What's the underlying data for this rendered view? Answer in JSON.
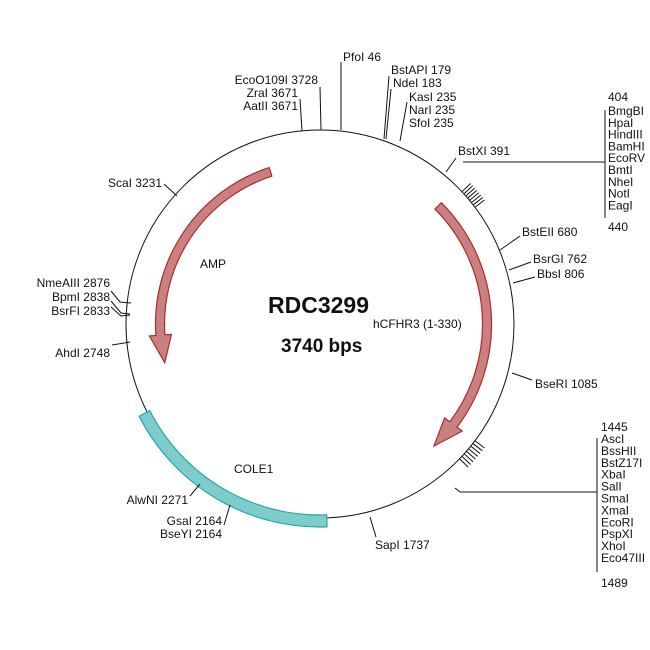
{
  "plasmid": {
    "name": "RDC3299",
    "size": "3740 bps"
  },
  "features": {
    "amp": "AMP",
    "insert": "hCFHR3 (1-330)",
    "ori": "COLE1"
  },
  "sites": {
    "pfoi": "PfoI 46",
    "ecoo109i": "EcoO109I 3728",
    "zrai": "ZraI 3671",
    "aatii": "AatII 3671",
    "bstapi": "BstAPI 179",
    "ndei": "NdeI 183",
    "kasi": "KasI 235",
    "nari": "NarI 235",
    "sfoi": "SfoI 235",
    "bstxi": "BstXI 391",
    "bsteii": "BstEII 680",
    "bsrgi": "BsrGI 762",
    "bbsi": "BbsI 806",
    "bseri": "BseRI 1085",
    "sapi": "SapI 1737",
    "gsai": "GsaI 2164",
    "bseyi": "BseYI 2164",
    "alwni": "AlwNI 2271",
    "ahdi": "AhdI 2748",
    "nmeaiii": "NmeAIII 2876",
    "bpmi": "BpmI 2838",
    "bsrfi": "BsrFI 2833",
    "scai": "ScaI 3231"
  },
  "mcs1": {
    "start": "404",
    "end": "440",
    "enzymes": [
      "BmgBI",
      "HpaI",
      "HindIII",
      "BamHI",
      "EcoRV",
      "BmtI",
      "NheI",
      "NotI",
      "EagI"
    ]
  },
  "mcs2": {
    "start": "1445",
    "end": "1489",
    "enzymes": [
      "AscI",
      "BssHII",
      "BstZ17I",
      "XbaI",
      "SalI",
      "SmaI",
      "XmaI",
      "EcoRI",
      "PspXI",
      "XhoI",
      "Eco47III"
    ]
  },
  "colors": {
    "arrow_fill": "#c98080",
    "arrow_stroke": "#b02a2a",
    "ori_fill": "#7fcccc",
    "ori_stroke": "#2aa8a8"
  }
}
